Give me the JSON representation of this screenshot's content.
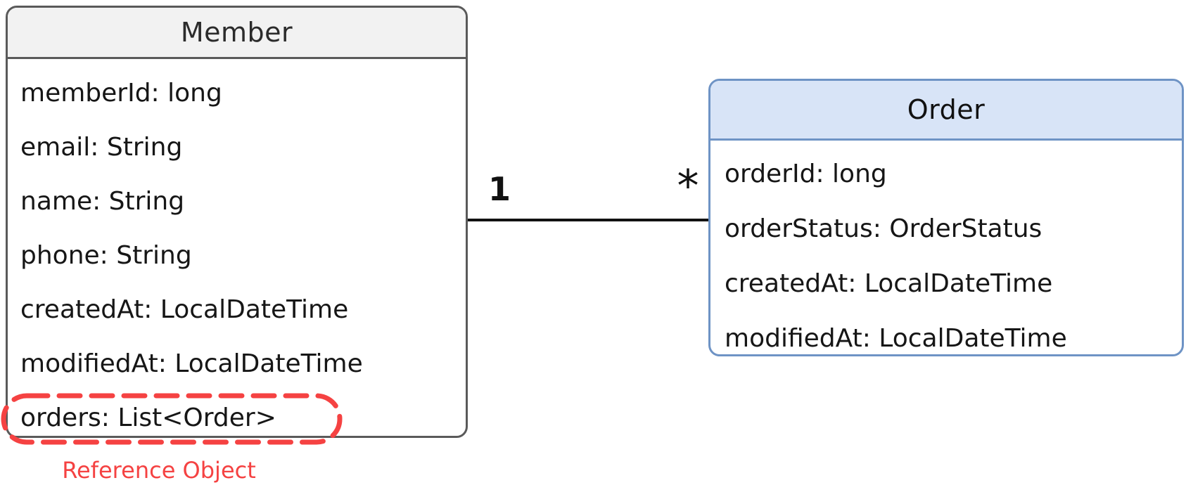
{
  "member_class": {
    "title": "Member",
    "fields": [
      "memberId: long",
      "email: String",
      "name: String",
      "phone: String",
      "createdAt: LocalDateTime",
      "modifiedAt: LocalDateTime",
      "orders: List<Order>"
    ]
  },
  "order_class": {
    "title": "Order",
    "fields": [
      "orderId: long",
      "orderStatus: OrderStatus",
      "createdAt: LocalDateTime",
      "modifiedAt: LocalDateTime"
    ]
  },
  "relationship": {
    "member_multiplicity": "1",
    "order_multiplicity": "*"
  },
  "annotation": {
    "text": "Reference Object"
  },
  "colors": {
    "member_border": "#5a5a5a",
    "member_header_bg": "#f2f2f2",
    "order_border": "#6e93c5",
    "order_header_bg": "#d8e4f7",
    "annotation_red": "#f54242",
    "line_black": "#111111"
  }
}
